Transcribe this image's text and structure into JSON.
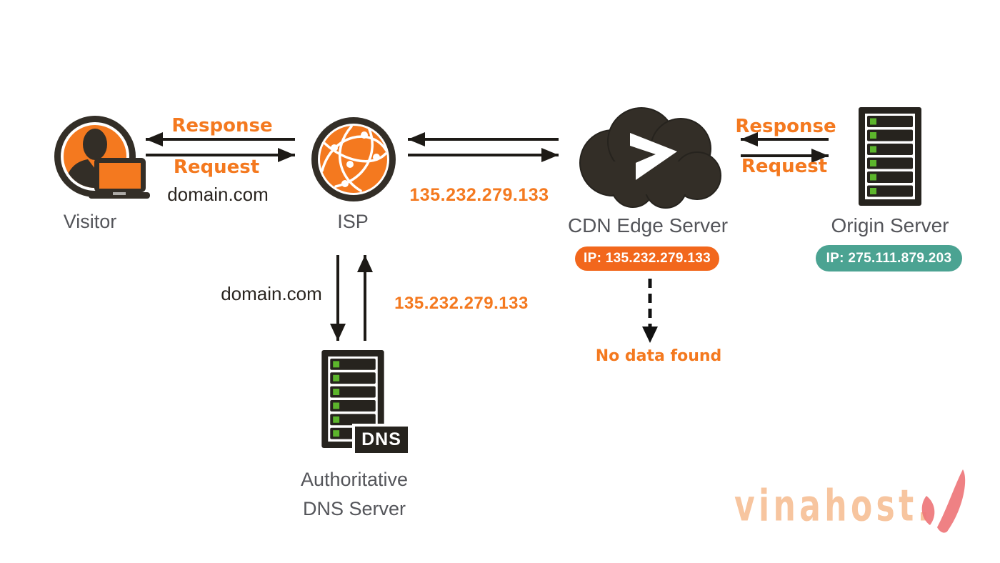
{
  "nodes": {
    "visitor": {
      "label": "Visitor"
    },
    "isp": {
      "label": "ISP"
    },
    "cdn": {
      "label": "CDN Edge Server",
      "ip_badge": "IP: 135.232.279.133"
    },
    "origin": {
      "label": "Origin Server",
      "ip_badge": "IP: 275.111.879.203"
    },
    "dns": {
      "label_line1": "Authoritative",
      "label_line2": "DNS Server",
      "badge": "DNS"
    }
  },
  "edges": {
    "visitor_isp": {
      "response_label": "Response",
      "request_label": "Request",
      "query": "domain.com"
    },
    "isp_cdn": {
      "ip": "135.232.279.133"
    },
    "cdn_origin": {
      "response_label": "Response",
      "request_label": "Request"
    },
    "isp_dns": {
      "query": "domain.com",
      "answer": "135.232.279.133"
    },
    "cdn_lookup": {
      "result": "No data found"
    }
  },
  "watermark": {
    "brand": "vinahost."
  },
  "colors": {
    "accent_orange": "#F4791F",
    "pill_orange": "#F2671C",
    "pill_teal": "#4BA392",
    "icon_dark": "#332E27",
    "arrow_dark": "#1D1A16",
    "label_gray": "#54555A",
    "led_green": "#5CB52C",
    "logo_peach": "#F3A66C",
    "logo_pink": "#EE767A"
  }
}
